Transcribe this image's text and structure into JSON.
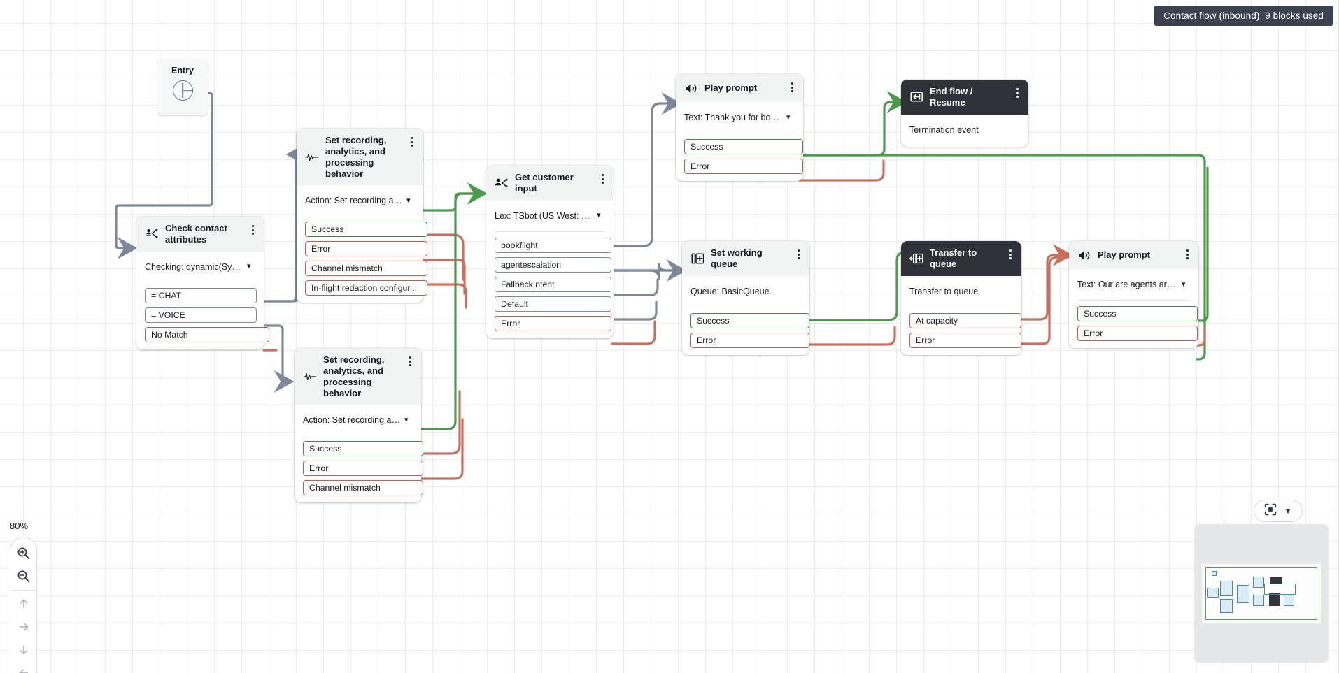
{
  "header": {
    "status_pill": "Contact flow (inbound): 9 blocks used"
  },
  "entry": {
    "label": "Entry",
    "icon": "entry-circle-icon"
  },
  "zoom": {
    "level_label": "80%",
    "zoom_in_icon": "zoom-in-icon",
    "zoom_out_icon": "zoom-out-icon",
    "pan_up_icon": "arrow-up-icon",
    "pan_right_icon": "arrow-right-icon",
    "pan_down_icon": "arrow-down-icon",
    "pan_left_icon": "arrow-left-icon"
  },
  "minimap": {
    "fit_icon": "fit-to-screen-icon",
    "caret_icon": "caret-down-icon"
  },
  "colors": {
    "success": "#3f8c3f",
    "error": "#c9594b",
    "neutral": "#7d8998",
    "dark_header": "#2f3237",
    "light_header": "#f2f3f3",
    "pill": "#3b4250"
  },
  "blocks": [
    {
      "id": "check-contact-attributes",
      "title": "Check contact attributes",
      "icon": "check-contact-attributes-icon",
      "header_style": "light",
      "subtitle": "Checking: dynamic(Syste...",
      "has_chevron": true,
      "ports": [
        {
          "label": "= CHAT",
          "kind": "neutral"
        },
        {
          "label": "= VOICE",
          "kind": "neutral"
        },
        {
          "label": "No Match",
          "kind": "error"
        }
      ]
    },
    {
      "id": "set-recording-1",
      "title": "Set recording, analytics, and processing behavior",
      "icon": "waveform-icon",
      "header_style": "light",
      "subtitle": "Action: Set recording and...",
      "has_chevron": true,
      "ports": [
        {
          "label": "Success",
          "kind": "success"
        },
        {
          "label": "Error",
          "kind": "error"
        },
        {
          "label": "Channel mismatch",
          "kind": "error"
        },
        {
          "label": "In-flight redaction configur...",
          "kind": "error"
        }
      ]
    },
    {
      "id": "set-recording-2",
      "title": "Set recording, analytics, and processing behavior",
      "icon": "waveform-icon",
      "header_style": "light",
      "subtitle": "Action: Set recording and...",
      "has_chevron": true,
      "ports": [
        {
          "label": "Success",
          "kind": "success"
        },
        {
          "label": "Error",
          "kind": "error"
        },
        {
          "label": "Channel mismatch",
          "kind": "error"
        }
      ]
    },
    {
      "id": "get-customer-input",
      "title": "Get customer input",
      "icon": "get-customer-input-icon",
      "header_style": "light",
      "subtitle": "Lex: TSbot (US West: Or...",
      "has_chevron": true,
      "ports": [
        {
          "label": "bookflight",
          "kind": "neutral"
        },
        {
          "label": "agentescalation",
          "kind": "neutral"
        },
        {
          "label": "FallbackIntent",
          "kind": "neutral"
        },
        {
          "label": "Default",
          "kind": "neutral"
        },
        {
          "label": "Error",
          "kind": "error"
        }
      ]
    },
    {
      "id": "play-prompt-1",
      "title": "Play prompt",
      "icon": "speaker-icon",
      "header_style": "light",
      "subtitle": "Text: Thank you for boo...",
      "has_chevron": true,
      "ports": [
        {
          "label": "Success",
          "kind": "success"
        },
        {
          "label": "Error",
          "kind": "error"
        }
      ]
    },
    {
      "id": "end-flow-resume",
      "title": "End flow / Resume",
      "icon": "end-flow-icon",
      "header_style": "dark",
      "subtitle": "Termination event",
      "has_chevron": false,
      "ports": []
    },
    {
      "id": "set-working-queue",
      "title": "Set working queue",
      "icon": "set-working-queue-icon",
      "header_style": "light",
      "subtitle": "Queue: BasicQueue",
      "has_chevron": false,
      "ports": [
        {
          "label": "Success",
          "kind": "success"
        },
        {
          "label": "Error",
          "kind": "error"
        }
      ]
    },
    {
      "id": "transfer-to-queue",
      "title": "Transfer to queue",
      "icon": "transfer-to-queue-icon",
      "header_style": "dark",
      "subtitle": "Transfer to queue",
      "has_chevron": false,
      "ports": [
        {
          "label": "At capacity",
          "kind": "error"
        },
        {
          "label": "Error",
          "kind": "error"
        }
      ]
    },
    {
      "id": "play-prompt-2",
      "title": "Play prompt",
      "icon": "speaker-icon",
      "header_style": "light",
      "subtitle": "Text: Our are agents are...",
      "has_chevron": true,
      "ports": [
        {
          "label": "Success",
          "kind": "success"
        },
        {
          "label": "Error",
          "kind": "error"
        }
      ]
    }
  ]
}
